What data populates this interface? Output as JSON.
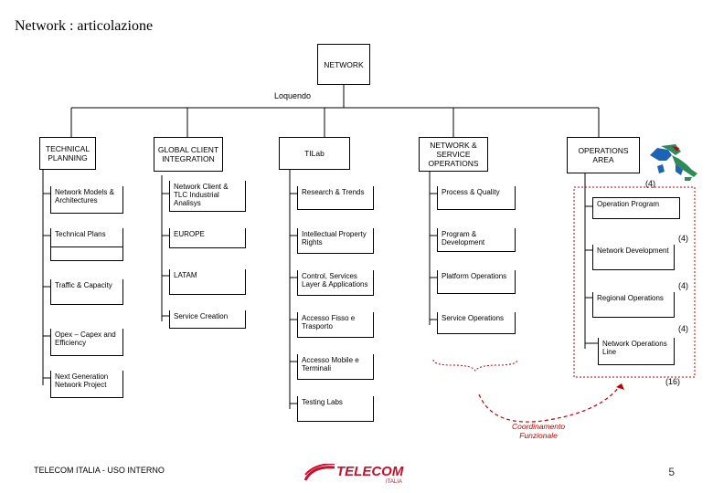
{
  "title": "Network : articolazione",
  "top": {
    "network": "NETWORK",
    "sub": "Loquendo"
  },
  "columns": [
    {
      "label": "TECHNICAL\nPLANNING",
      "units": [
        "Network Models & Architectures",
        "Technical Plans",
        "Traffic & Capacity",
        "Opex – Capex and Efficiency",
        "Next Generation Network Project"
      ]
    },
    {
      "label": "GLOBAL CLIENT\nINTEGRATION",
      "units": [
        "Network Client & TLC Industrial Analisys",
        "EUROPE",
        "LATAM",
        "Service Creation"
      ]
    },
    {
      "label": "TILab",
      "units": [
        "Research & Trends",
        "Intellectual Property Rights",
        "Control, Services Layer & Applications",
        "Accesso Fisso e Trasporto",
        "Accesso Mobile e Terminali",
        "Testing Labs"
      ]
    },
    {
      "label": "NETWORK &\nSERVICE\nOPERATIONS",
      "units": [
        "Process & Quality",
        "Program & Development",
        "Platform Operations",
        "Service Operations"
      ]
    },
    {
      "label": "OPERATIONS\nAREA",
      "units": [
        "Operation Program",
        "Network Development",
        "Regional Operations",
        "Network Operations Line"
      ]
    }
  ],
  "counts": [
    "(4)",
    "(4)",
    "(4)",
    "(4)",
    "(16)"
  ],
  "coordination": "Coordinamento\nFunzionale",
  "footer": "TELECOM ITALIA - USO INTERNO",
  "logo": {
    "word": "TELECOM",
    "sub": "ITALIA"
  },
  "page_number": "5",
  "colors": {
    "accent_red": "#c00000",
    "logo_red": "#c8102e",
    "map_green": "#2e8b57",
    "map_blue": "#1e64b4"
  }
}
